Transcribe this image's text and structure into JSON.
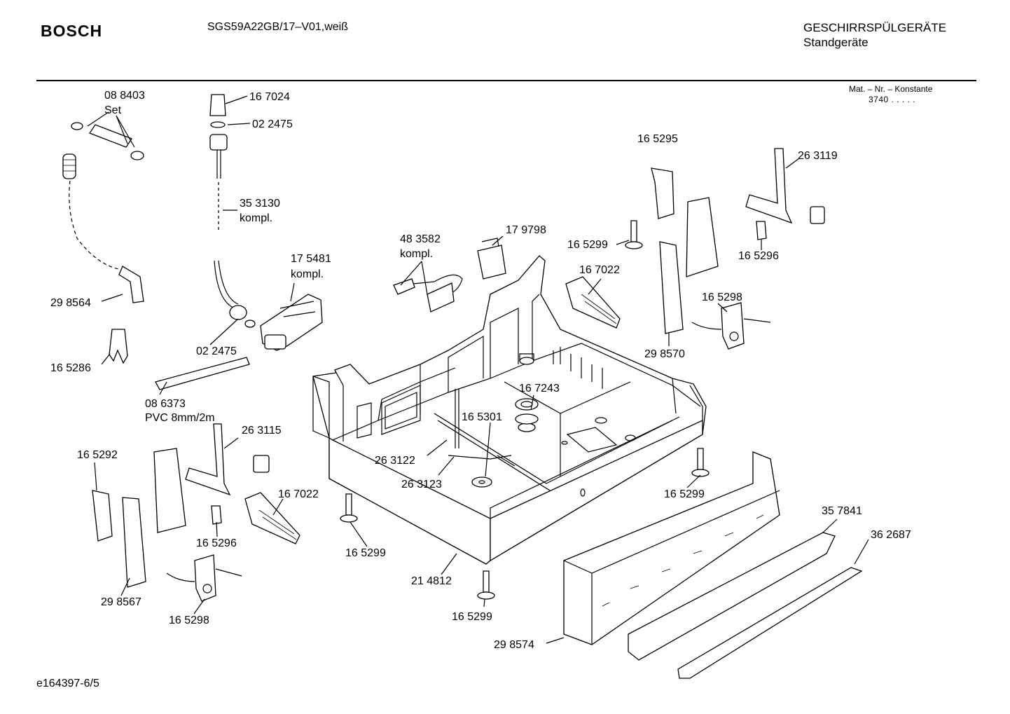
{
  "header": {
    "brand": "BOSCH",
    "model": "SGS59A22GB/17–V01,weiß",
    "category_line1": "GESCHIRRSPÜLGERÄTE",
    "category_line2": "Standgeräte",
    "mat_label": "Mat. – Nr. – Konstante",
    "mat_value": "3740 . . . . ."
  },
  "footer": {
    "doc_id": "e164397-6/5"
  },
  "callouts": [
    {
      "id": "c01",
      "text": "08 8403"
    },
    {
      "id": "c02",
      "text": "Set"
    },
    {
      "id": "c03",
      "text": "16 7024"
    },
    {
      "id": "c04",
      "text": "02 2475"
    },
    {
      "id": "c05",
      "text": "35 3130"
    },
    {
      "id": "c06",
      "text": "kompl."
    },
    {
      "id": "c07",
      "text": "17 5481"
    },
    {
      "id": "c08",
      "text": "kompl."
    },
    {
      "id": "c09",
      "text": "29 8564"
    },
    {
      "id": "c10",
      "text": "02 2475"
    },
    {
      "id": "c11",
      "text": "16 5286"
    },
    {
      "id": "c12",
      "text": "08 6373"
    },
    {
      "id": "c13",
      "text": "PVC 8mm/2m"
    },
    {
      "id": "c14",
      "text": "48 3582"
    },
    {
      "id": "c15",
      "text": "kompl."
    },
    {
      "id": "c16",
      "text": "17 9798"
    },
    {
      "id": "c17",
      "text": "16 5295"
    },
    {
      "id": "c18",
      "text": "26 3119"
    },
    {
      "id": "c19",
      "text": "16 5299"
    },
    {
      "id": "c20",
      "text": "16 7022"
    },
    {
      "id": "c21",
      "text": "16 5296"
    },
    {
      "id": "c22",
      "text": "16 5298"
    },
    {
      "id": "c23",
      "text": "29 8570"
    },
    {
      "id": "c24",
      "text": "16 7243"
    },
    {
      "id": "c25",
      "text": "16 5301"
    },
    {
      "id": "c26",
      "text": "26 3115"
    },
    {
      "id": "c27",
      "text": "16 5292"
    },
    {
      "id": "c28",
      "text": "26 3122"
    },
    {
      "id": "c29",
      "text": "26 3123"
    },
    {
      "id": "c30",
      "text": "16 7022"
    },
    {
      "id": "c31",
      "text": "16 5296"
    },
    {
      "id": "c32",
      "text": "16 5299"
    },
    {
      "id": "c33",
      "text": "16 5299"
    },
    {
      "id": "c34",
      "text": "21 4812"
    },
    {
      "id": "c35",
      "text": "16 5299"
    },
    {
      "id": "c36",
      "text": "29 8567"
    },
    {
      "id": "c37",
      "text": "16 5298"
    },
    {
      "id": "c38",
      "text": "35 7841"
    },
    {
      "id": "c39",
      "text": "36 2687"
    },
    {
      "id": "c40",
      "text": "29 8574"
    }
  ]
}
